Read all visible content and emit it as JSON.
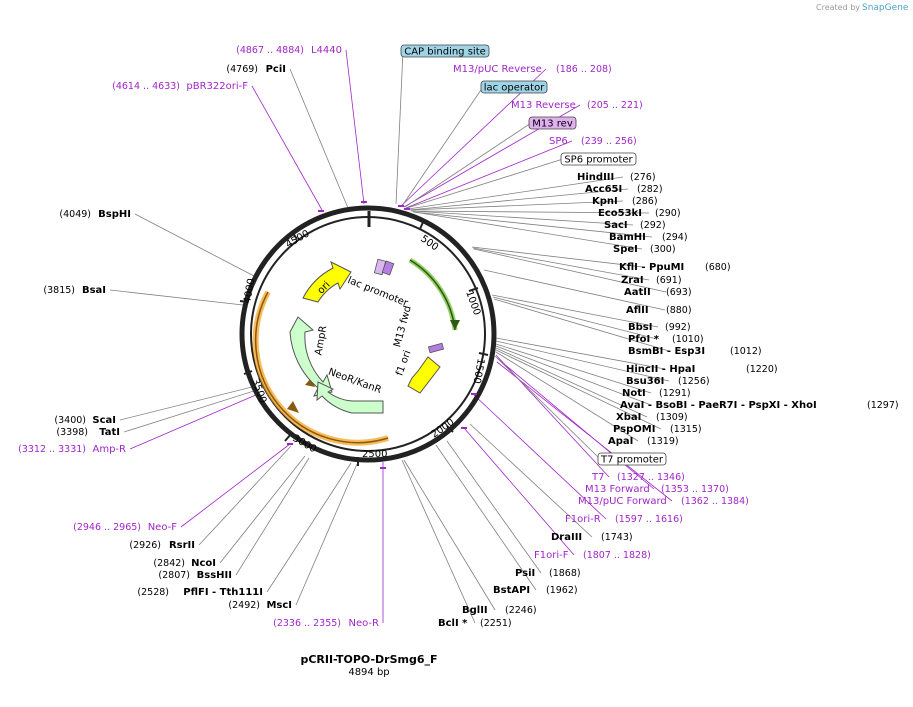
{
  "credit": {
    "created_by": "Created by",
    "brand": "SnapGene"
  },
  "title": "pCRII-TOPO-DrSmg6_F",
  "subtitle": "4894 bp",
  "ticks": [
    {
      "label": "500"
    },
    {
      "label": "1000"
    },
    {
      "label": "1500"
    },
    {
      "label": "2000"
    },
    {
      "label": "2500"
    },
    {
      "label": "3000"
    },
    {
      "label": "3500"
    },
    {
      "label": "4000"
    },
    {
      "label": "4500"
    }
  ],
  "features": {
    "ori": "ori",
    "lac_promoter": "lac promoter",
    "ampr": "AmpR",
    "neor": "NeoR/KanR",
    "f1_ori": "f1 ori",
    "m13_fwd_inner": "M13 fwd"
  },
  "labels": [
    {
      "id": "l4440",
      "pos": "(4867 .. 4884)",
      "name": "L4440",
      "kind": "primer"
    },
    {
      "id": "pcii",
      "pos": "(4769)",
      "name": "PciI",
      "kind": "enzyme"
    },
    {
      "id": "pbr322",
      "pos": "(4614 .. 4633)",
      "name": "pBR322ori-F",
      "kind": "primer"
    },
    {
      "id": "bsphi",
      "pos": "(4049)",
      "name": "BspHI",
      "kind": "enzyme"
    },
    {
      "id": "bsai",
      "pos": "(3815)",
      "name": "BsaI",
      "kind": "enzyme"
    },
    {
      "id": "scai",
      "pos": "(3400)",
      "name": "ScaI",
      "kind": "enzyme"
    },
    {
      "id": "tati",
      "pos": "(3398)",
      "name": "TatI",
      "kind": "enzyme"
    },
    {
      "id": "ampr",
      "pos": "(3312 .. 3331)",
      "name": "Amp-R",
      "kind": "primer"
    },
    {
      "id": "neof",
      "pos": "(2946 .. 2965)",
      "name": "Neo-F",
      "kind": "primer"
    },
    {
      "id": "rsrii",
      "pos": "(2926)",
      "name": "RsrII",
      "kind": "enzyme"
    },
    {
      "id": "ncoi",
      "pos": "(2842)",
      "name": "NcoI",
      "kind": "enzyme"
    },
    {
      "id": "bsshii",
      "pos": "(2807)",
      "name": "BssHII",
      "kind": "enzyme"
    },
    {
      "id": "pflfi",
      "pos": "(2528)",
      "name": "PflFI",
      "name2": "Tth111I",
      "kind": "enzyme"
    },
    {
      "id": "msci",
      "pos": "(2492)",
      "name": "MscI",
      "kind": "enzyme"
    },
    {
      "id": "neor",
      "pos": "(2336 .. 2355)",
      "name": "Neo-R",
      "kind": "primer"
    },
    {
      "id": "bcli",
      "pos": "(2251)",
      "name": "BclI",
      "star": "*",
      "kind": "enzyme"
    },
    {
      "id": "bglii",
      "pos": "(2246)",
      "name": "BglII",
      "kind": "enzyme"
    },
    {
      "id": "bstapi",
      "pos": "(1962)",
      "name": "BstAPI",
      "kind": "enzyme"
    },
    {
      "id": "psii",
      "pos": "(1868)",
      "name": "PsiI",
      "kind": "enzyme"
    },
    {
      "id": "f1orif",
      "pos": "(1807 .. 1828)",
      "name": "F1ori-F",
      "kind": "primer"
    },
    {
      "id": "draiii",
      "pos": "(1743)",
      "name": "DraIII",
      "kind": "enzyme"
    },
    {
      "id": "f1orir",
      "pos": "(1597 .. 1616)",
      "name": "F1ori-R",
      "kind": "primer"
    },
    {
      "id": "m13puc_fwd",
      "pos": "(1362 .. 1384)",
      "name": "M13/pUC Forward",
      "kind": "primer"
    },
    {
      "id": "m13fwd",
      "pos": "(1353 .. 1370)",
      "name": "M13 Forward",
      "kind": "primer"
    },
    {
      "id": "t7",
      "pos": "(1327 .. 1346)",
      "name": "T7",
      "kind": "primer"
    },
    {
      "id": "apai",
      "pos": "(1319)",
      "name": "ApaI",
      "kind": "enzyme"
    },
    {
      "id": "pspomi",
      "pos": "(1315)",
      "name": "PspOMI",
      "kind": "enzyme"
    },
    {
      "id": "xbai",
      "pos": "(1309)",
      "name": "XbaI",
      "kind": "enzyme"
    },
    {
      "id": "avai",
      "pos": "(1297)",
      "name": "AvaI",
      "extra": [
        "BsoBI",
        "PaeR7I",
        "PspXI",
        "XhoI"
      ],
      "kind": "enzyme"
    },
    {
      "id": "noti",
      "pos": "(1291)",
      "name": "NotI",
      "kind": "enzyme"
    },
    {
      "id": "bsu36i",
      "pos": "(1256)",
      "name": "Bsu36I",
      "kind": "enzyme"
    },
    {
      "id": "hincii",
      "pos": "(1220)",
      "name": "HincII",
      "name2": "HpaI",
      "kind": "enzyme"
    },
    {
      "id": "bsmbi",
      "pos": "(1012)",
      "name": "BsmBI",
      "name2": "Esp3I",
      "kind": "enzyme"
    },
    {
      "id": "pfoi",
      "pos": "(1010)",
      "name": "PfoI",
      "star": "*",
      "kind": "enzyme"
    },
    {
      "id": "bbsi",
      "pos": "(992)",
      "name": "BbsI",
      "kind": "enzyme"
    },
    {
      "id": "aflii",
      "pos": "(880)",
      "name": "AflII",
      "kind": "enzyme"
    },
    {
      "id": "aatii",
      "pos": "(693)",
      "name": "AatII",
      "kind": "enzyme"
    },
    {
      "id": "zrai",
      "pos": "(691)",
      "name": "ZraI",
      "kind": "enzyme"
    },
    {
      "id": "kfli",
      "pos": "(680)",
      "name": "KflI",
      "name2": "PpuMI",
      "kind": "enzyme"
    },
    {
      "id": "spei",
      "pos": "(300)",
      "name": "SpeI",
      "kind": "enzyme"
    },
    {
      "id": "bamhi",
      "pos": "(294)",
      "name": "BamHI",
      "kind": "enzyme"
    },
    {
      "id": "saci",
      "pos": "(292)",
      "name": "SacI",
      "kind": "enzyme"
    },
    {
      "id": "eco53ki",
      "pos": "(290)",
      "name": "Eco53kI",
      "kind": "enzyme"
    },
    {
      "id": "kpni",
      "pos": "(286)",
      "name": "KpnI",
      "kind": "enzyme"
    },
    {
      "id": "acc65i",
      "pos": "(282)",
      "name": "Acc65I",
      "kind": "enzyme"
    },
    {
      "id": "hindiii",
      "pos": "(276)",
      "name": "HindIII",
      "kind": "enzyme"
    },
    {
      "id": "sp6prom",
      "name": "SP6 promoter",
      "kind": "box"
    },
    {
      "id": "sp6",
      "pos": "(239 .. 256)",
      "name": "SP6",
      "kind": "primer"
    },
    {
      "id": "m13rev_box",
      "name": "M13 rev",
      "kind": "box"
    },
    {
      "id": "m13reverse",
      "pos": "(205 .. 221)",
      "name": "M13 Reverse",
      "kind": "primer"
    },
    {
      "id": "lacop",
      "name": "lac operator",
      "kind": "box"
    },
    {
      "id": "m13puc_rev",
      "pos": "(186 .. 208)",
      "name": "M13/pUC Reverse",
      "kind": "primer"
    },
    {
      "id": "cap",
      "name": "CAP binding site",
      "kind": "box"
    },
    {
      "id": "t7prom",
      "name": "T7 promoter",
      "kind": "box"
    }
  ],
  "colors": {
    "backbone": "#222222",
    "primer": "#a026c8",
    "ori": "#ffff00",
    "promoter": "#ffffff",
    "ampr": "#ccffcc",
    "amp_region": "#f5a623",
    "lac_region": "#66bb22",
    "box_blue": "#9fd4e6",
    "box_purple": "#e0b0ee"
  }
}
